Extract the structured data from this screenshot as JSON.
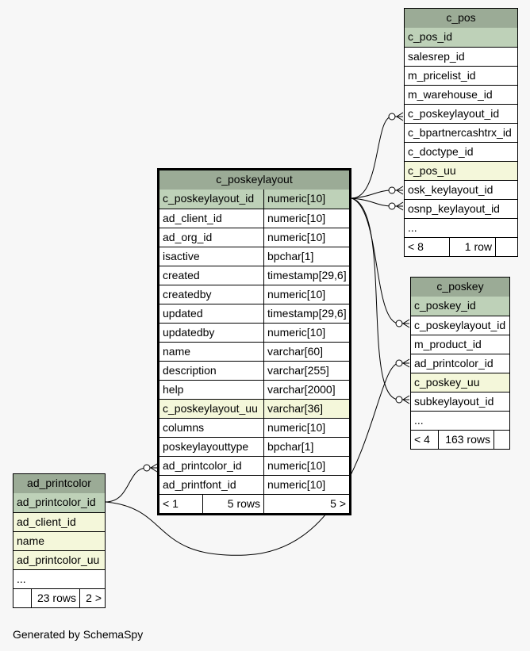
{
  "tables": {
    "c_pos": {
      "name": "c_pos",
      "columns": [
        {
          "name": "c_pos_id",
          "kind": "pk"
        },
        {
          "name": "salesrep_id",
          "kind": ""
        },
        {
          "name": "m_pricelist_id",
          "kind": ""
        },
        {
          "name": "m_warehouse_id",
          "kind": ""
        },
        {
          "name": "c_poskeylayout_id",
          "kind": ""
        },
        {
          "name": "c_bpartnercashtrx_id",
          "kind": ""
        },
        {
          "name": "c_doctype_id",
          "kind": ""
        },
        {
          "name": "c_pos_uu",
          "kind": "uu"
        },
        {
          "name": "osk_keylayout_id",
          "kind": ""
        },
        {
          "name": "osnp_keylayout_id",
          "kind": ""
        },
        {
          "name": "...",
          "kind": ""
        }
      ],
      "footer": [
        "< 8",
        "1 row",
        ""
      ]
    },
    "c_poskeylayout": {
      "name": "c_poskeylayout",
      "columns": [
        {
          "name": "c_poskeylayout_id",
          "type": "numeric[10]",
          "kind": "pk"
        },
        {
          "name": "ad_client_id",
          "type": "numeric[10]",
          "kind": ""
        },
        {
          "name": "ad_org_id",
          "type": "numeric[10]",
          "kind": ""
        },
        {
          "name": "isactive",
          "type": "bpchar[1]",
          "kind": ""
        },
        {
          "name": "created",
          "type": "timestamp[29,6]",
          "kind": ""
        },
        {
          "name": "createdby",
          "type": "numeric[10]",
          "kind": ""
        },
        {
          "name": "updated",
          "type": "timestamp[29,6]",
          "kind": ""
        },
        {
          "name": "updatedby",
          "type": "numeric[10]",
          "kind": ""
        },
        {
          "name": "name",
          "type": "varchar[60]",
          "kind": ""
        },
        {
          "name": "description",
          "type": "varchar[255]",
          "kind": ""
        },
        {
          "name": "help",
          "type": "varchar[2000]",
          "kind": ""
        },
        {
          "name": "c_poskeylayout_uu",
          "type": "varchar[36]",
          "kind": "uu"
        },
        {
          "name": "columns",
          "type": "numeric[10]",
          "kind": ""
        },
        {
          "name": "poskeylayouttype",
          "type": "bpchar[1]",
          "kind": ""
        },
        {
          "name": "ad_printcolor_id",
          "type": "numeric[10]",
          "kind": ""
        },
        {
          "name": "ad_printfont_id",
          "type": "numeric[10]",
          "kind": ""
        }
      ],
      "footer": [
        "< 1",
        "5 rows",
        "5 >"
      ]
    },
    "c_poskey": {
      "name": "c_poskey",
      "columns": [
        {
          "name": "c_poskey_id",
          "kind": "pk"
        },
        {
          "name": "c_poskeylayout_id",
          "kind": ""
        },
        {
          "name": "m_product_id",
          "kind": ""
        },
        {
          "name": "ad_printcolor_id",
          "kind": ""
        },
        {
          "name": "c_poskey_uu",
          "kind": "uu"
        },
        {
          "name": "subkeylayout_id",
          "kind": ""
        },
        {
          "name": "...",
          "kind": ""
        }
      ],
      "footer": [
        "< 4",
        "163 rows",
        ""
      ]
    },
    "ad_printcolor": {
      "name": "ad_printcolor",
      "columns": [
        {
          "name": "ad_printcolor_id",
          "kind": "pk"
        },
        {
          "name": "ad_client_id",
          "kind": "uu"
        },
        {
          "name": "name",
          "kind": "uu"
        },
        {
          "name": "ad_printcolor_uu",
          "kind": "uu"
        },
        {
          "name": "...",
          "kind": ""
        }
      ],
      "footer": [
        "",
        "23 rows",
        "2 >"
      ]
    }
  },
  "colors": {
    "header": "#9bab96",
    "primary_key": "#bed1b8",
    "unique": "#f4f7da",
    "background": "#f7f7f7"
  },
  "footer_text": "Generated by SchemaSpy"
}
